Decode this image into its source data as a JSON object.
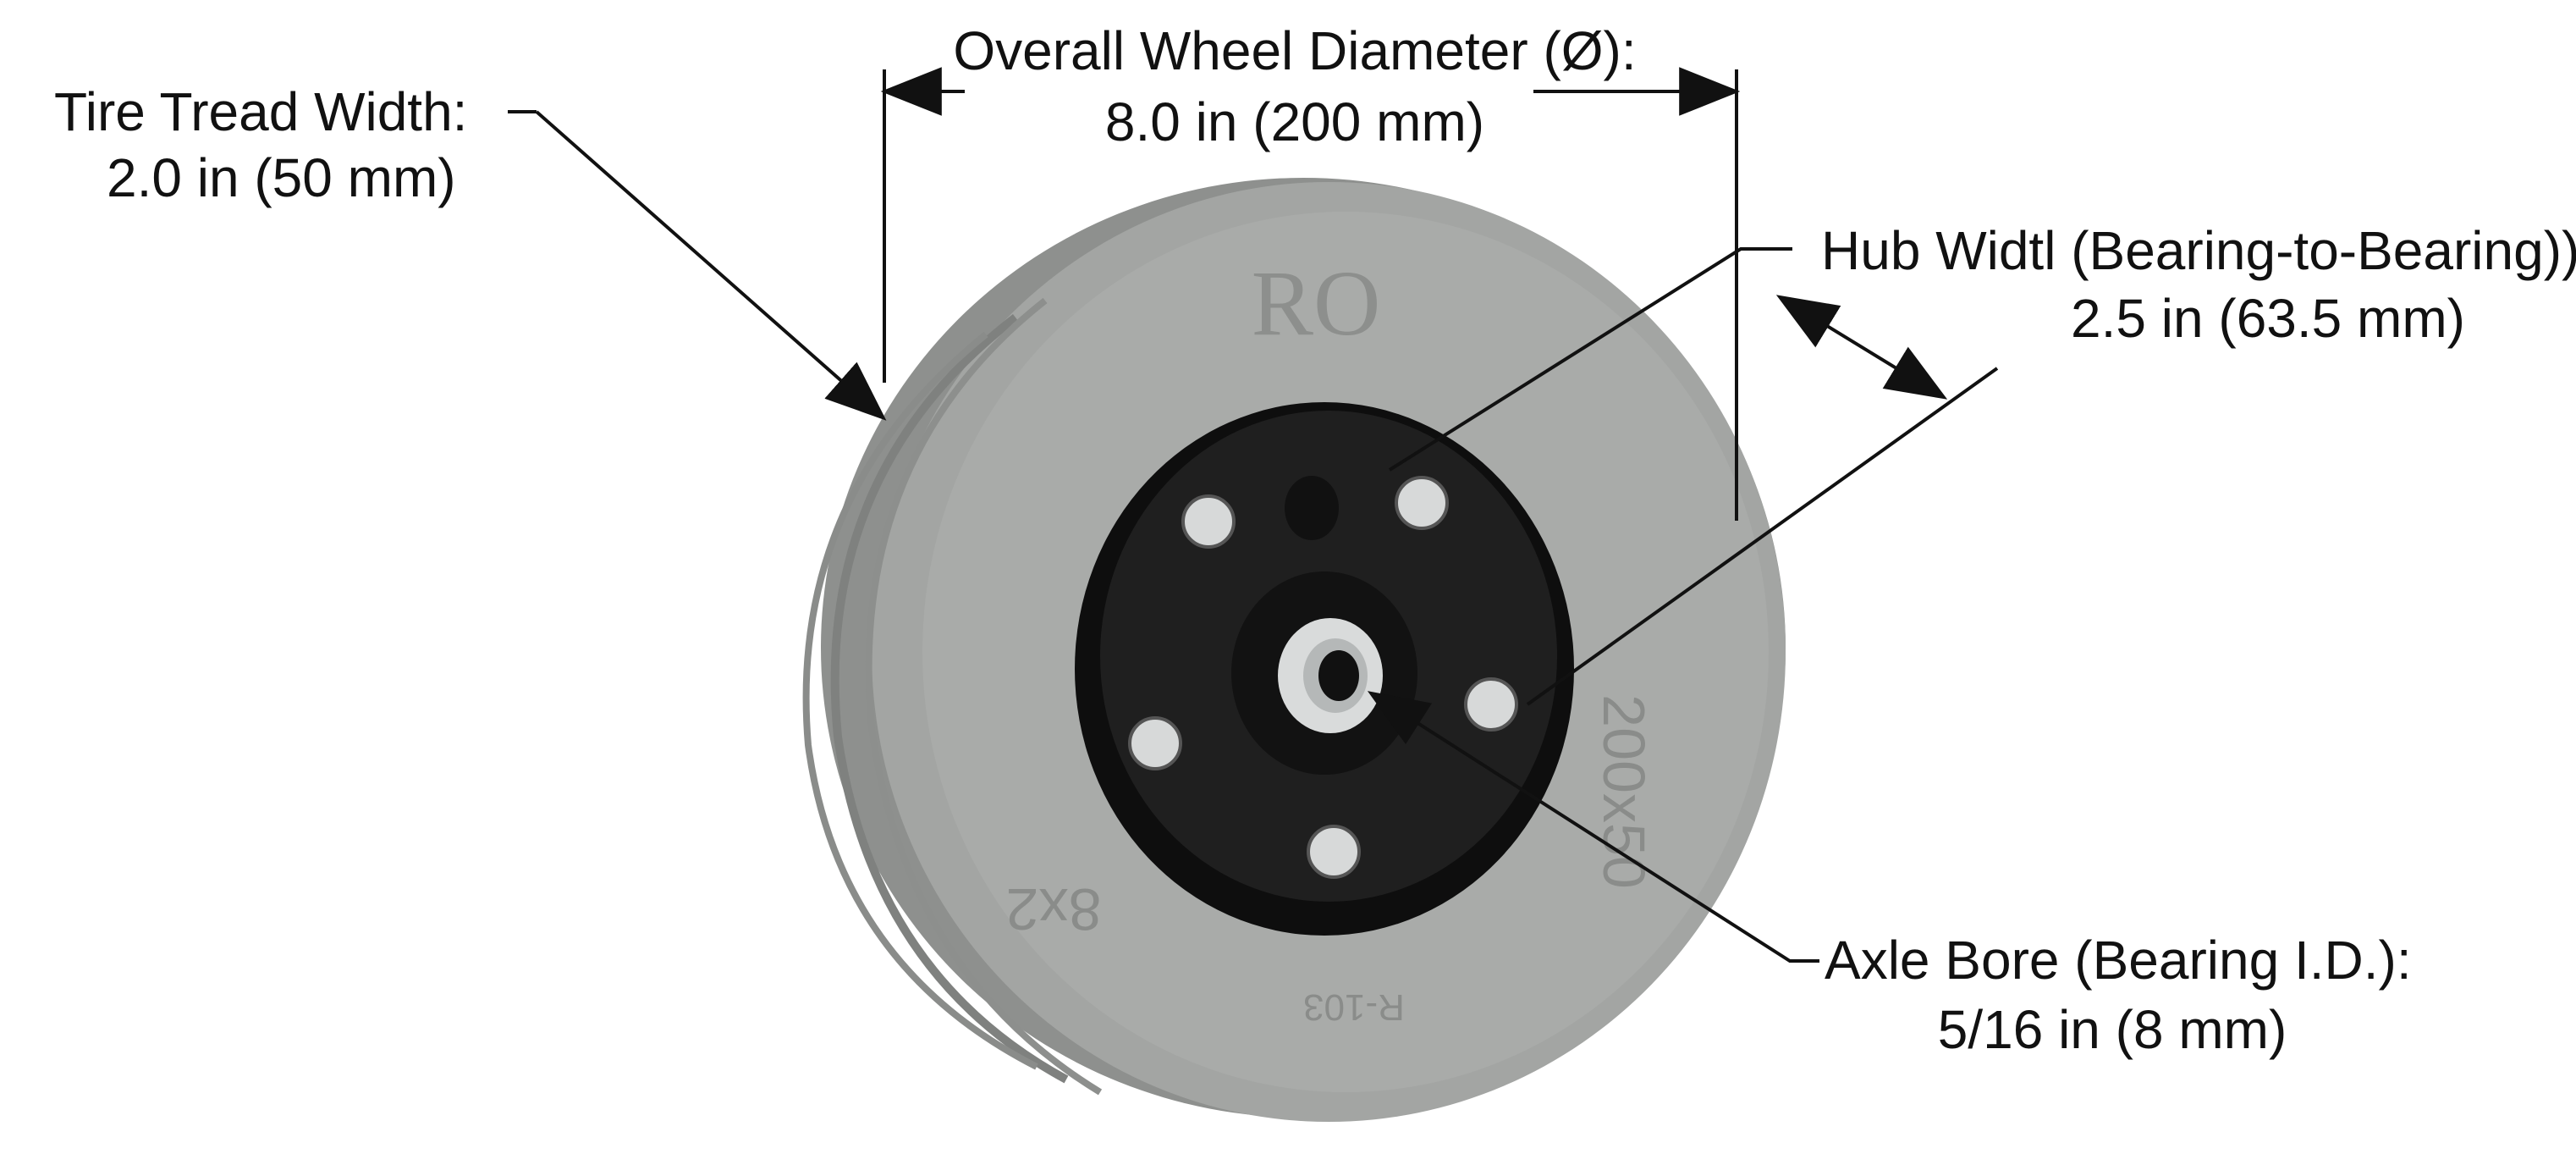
{
  "colors": {
    "background": "#ffffff",
    "tire": "#a3a5a3",
    "tire_shadow": "#7f817f",
    "hub": "#151515",
    "bearing": "#d9dbdb",
    "dimension_line": "#111111",
    "text": "#111111"
  },
  "labels": {
    "tread_title": "Tire Tread Width:",
    "tread_value": "2.0 in (50 mm)",
    "diameter_title": "Overall Wheel Diameter (Ø):",
    "diameter_value": "8.0 in (200 mm)",
    "hub_title": "Hub Widtl (Bearing-to-Bearing))",
    "hub_value": "2.5 in (63.5 mm)",
    "axle_title": "Axle Bore (Bearing I.D.):",
    "axle_value": "5/16 in (8 mm)"
  },
  "tire_markings": {
    "brand": "RO",
    "size_left": "8x2",
    "size_right": "200x50",
    "model": "R-103"
  }
}
